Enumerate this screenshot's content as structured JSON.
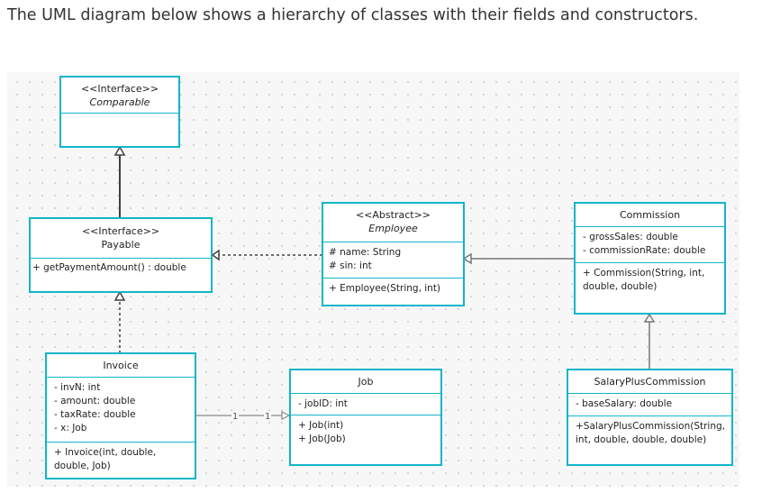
{
  "intro": "The UML diagram below shows a hierarchy of classes with their fields and constructors.",
  "diagram": {
    "comparable": {
      "stereotype": "<<Interface>>",
      "name": "Comparable"
    },
    "payable": {
      "stereotype": "<<Interface>>",
      "name": "Payable",
      "methods": [
        "+ getPaymentAmount() : double"
      ]
    },
    "employee": {
      "stereotype": "<<Abstract>>",
      "name": "Employee",
      "fields": [
        "# name: String",
        "# sin: int"
      ],
      "methods": [
        "+ Employee(String, int)"
      ]
    },
    "commission": {
      "name": "Commission",
      "fields": [
        "- grossSales: double",
        "- commissionRate: double"
      ],
      "methods": [
        "+ Commission(String, int, double, double)"
      ]
    },
    "invoice": {
      "name": "Invoice",
      "fields": [
        "- invN: int",
        "- amount: double",
        "- taxRate: double",
        "- x: Job"
      ],
      "methods": [
        "+ Invoice(int, double, double, Job)"
      ]
    },
    "job": {
      "name": "Job",
      "fields": [
        "- jobID: int"
      ],
      "methods": [
        "+ Job(int)",
        "+ Job(Job)"
      ]
    },
    "salary_plus": {
      "name": "SalaryPlusCommission",
      "fields": [
        "- baseSalary: double"
      ],
      "methods": [
        "+SalaryPlusCommission(String, int, double, double, double)"
      ]
    },
    "association": {
      "left_multiplicity": "1",
      "right_multiplicity": "1"
    },
    "colors": {
      "box_border": "#12b5c9",
      "line": "#555555",
      "canvas_bg": "#f7f7f7"
    }
  }
}
